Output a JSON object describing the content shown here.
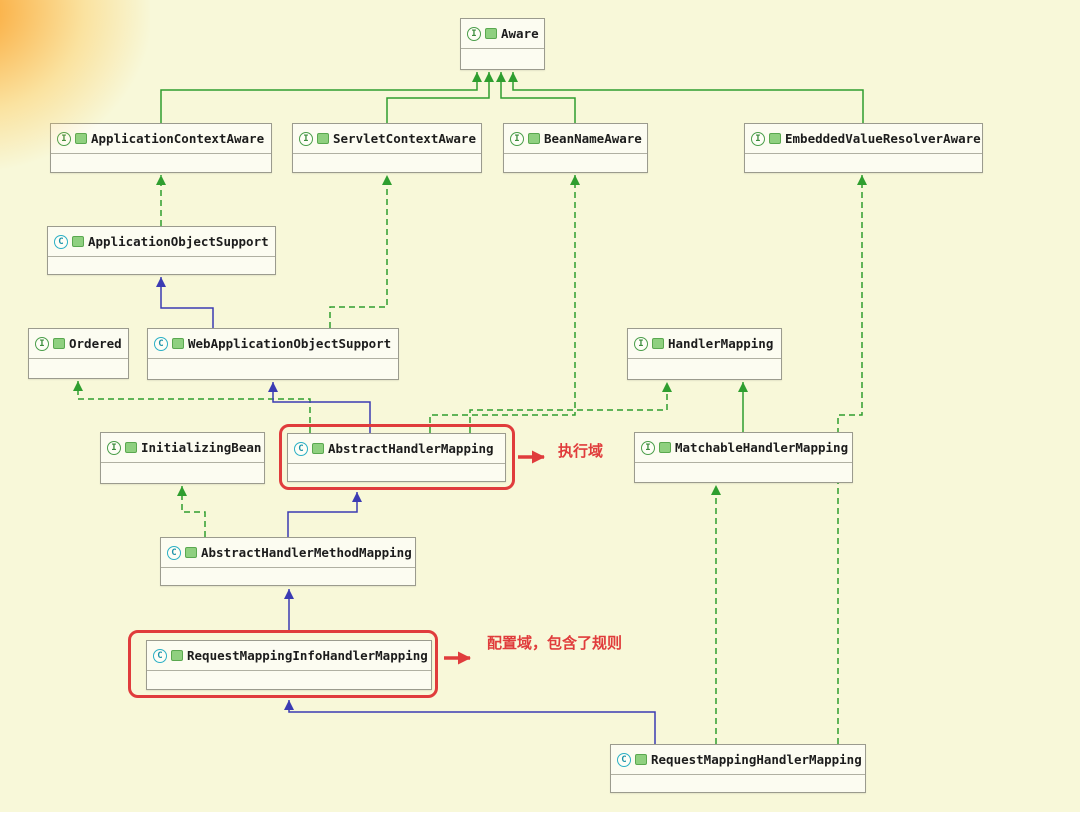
{
  "diagram": {
    "title": "Spring HandlerMapping class diagram",
    "background_color": "#f8f8d9",
    "colors": {
      "interface_edge": "#2f9e2f",
      "extends_edge": "#3b3bb3",
      "annotation": "#e03c3c"
    }
  },
  "icons": {
    "interface": {
      "letter": "I",
      "name": "interface-icon"
    },
    "class": {
      "letter": "C",
      "name": "class-icon"
    }
  },
  "nodes": {
    "aware": {
      "label": "Aware",
      "kind": "interface"
    },
    "applicationContextAware": {
      "label": "ApplicationContextAware",
      "kind": "interface"
    },
    "servletContextAware": {
      "label": "ServletContextAware",
      "kind": "interface"
    },
    "beanNameAware": {
      "label": "BeanNameAware",
      "kind": "interface"
    },
    "embeddedValueResolverAware": {
      "label": "EmbeddedValueResolverAware",
      "kind": "interface"
    },
    "applicationObjectSupport": {
      "label": "ApplicationObjectSupport",
      "kind": "class"
    },
    "ordered": {
      "label": "Ordered",
      "kind": "interface"
    },
    "webApplicationObjectSupport": {
      "label": "WebApplicationObjectSupport",
      "kind": "class"
    },
    "handlerMapping": {
      "label": "HandlerMapping",
      "kind": "interface"
    },
    "initializingBean": {
      "label": "InitializingBean",
      "kind": "interface"
    },
    "abstractHandlerMapping": {
      "label": "AbstractHandlerMapping",
      "kind": "class",
      "highlighted": true
    },
    "matchableHandlerMapping": {
      "label": "MatchableHandlerMapping",
      "kind": "interface"
    },
    "abstractHandlerMethodMapping": {
      "label": "AbstractHandlerMethodMapping",
      "kind": "class"
    },
    "requestMappingInfoHandlerMapping": {
      "label": "RequestMappingInfoHandlerMapping",
      "kind": "class",
      "highlighted": true
    },
    "requestMappingHandlerMapping": {
      "label": "RequestMappingHandlerMapping",
      "kind": "class"
    }
  },
  "annotations": {
    "execution": {
      "text": "执行域"
    },
    "configuration": {
      "text": "配置域，包含了规则"
    }
  }
}
